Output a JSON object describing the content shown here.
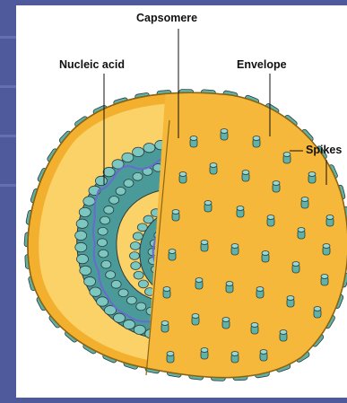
{
  "labels": {
    "capsomere": "Capsomere",
    "nucleic_acid": "Nucleic acid",
    "envelope": "Envelope",
    "spikes": "Spikes"
  },
  "colors": {
    "slide_background": "#4e5a9c",
    "envelope_outer": "#f3b02e",
    "envelope_inner": "#fbd268",
    "capsid_fill": "#4a9a9a",
    "capsomere": "#7cc7c0",
    "nucleic_acid_strand": "#6a6ad0",
    "spike": "#5fb2a6",
    "outline": "#2d3b3b"
  }
}
